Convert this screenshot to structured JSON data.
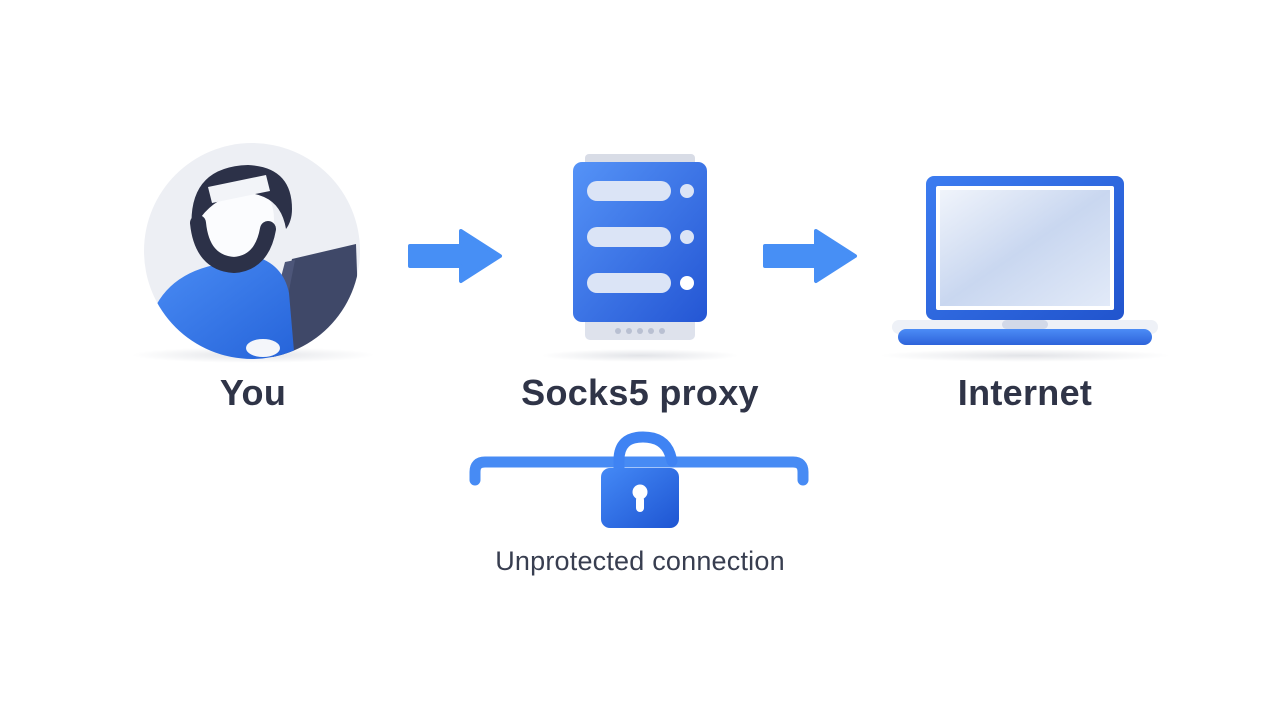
{
  "diagram": {
    "nodes": [
      {
        "id": "you",
        "label": "You",
        "icon": "user-avatar-icon"
      },
      {
        "id": "proxy",
        "label": "Socks5 proxy",
        "icon": "server-icon"
      },
      {
        "id": "internet",
        "label": "Internet",
        "icon": "laptop-icon"
      }
    ],
    "arrows": [
      {
        "from": "you",
        "to": "proxy",
        "icon": "arrow-right-icon"
      },
      {
        "from": "proxy",
        "to": "internet",
        "icon": "arrow-right-icon"
      }
    ],
    "connection": {
      "label": "Unprotected connection",
      "icon": "open-padlock-icon"
    },
    "colors": {
      "primary_blue": "#3f82f2",
      "deep_blue": "#2355d0",
      "light_slot_blue": "#dbe4f6",
      "avatar_background": "#edeff4",
      "gray_light": "#dde2ec",
      "dark_navy": "#2c3148",
      "text_dark": "#2f3447",
      "background": "#ffffff"
    }
  }
}
